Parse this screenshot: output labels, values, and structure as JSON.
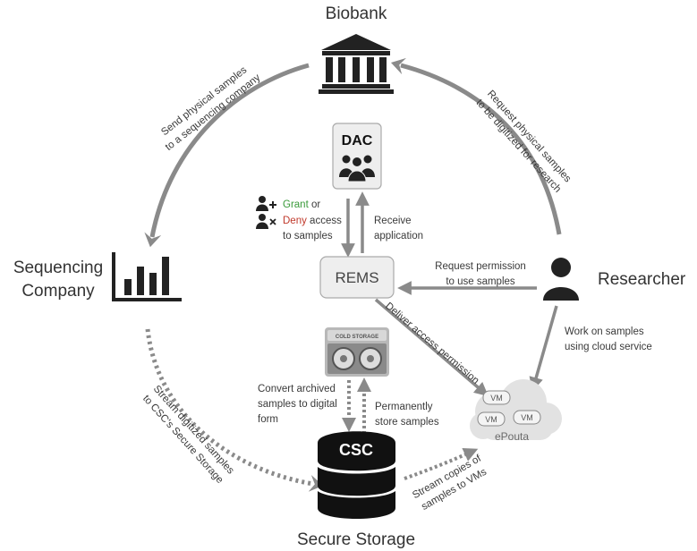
{
  "nodes": {
    "biobank": "Biobank",
    "sequencing_line1": "Sequencing",
    "sequencing_line2": "Company",
    "researcher": "Researcher",
    "secure_storage": "Secure Storage",
    "dac": "DAC",
    "rems": "REMS",
    "csc": "CSC",
    "cold_storage": "COLD STORAGE",
    "epouta": "ePouta",
    "vm": "VM"
  },
  "edges": {
    "send_line1": "Send physical samples",
    "send_line2": "to a sequencing company",
    "request_digitize_line1": "Request physical samples",
    "request_digitize_line2": "to be digitized for research",
    "grant": "Grant",
    "or": " or",
    "deny": "Deny",
    "access": " access",
    "to_samples": "to samples",
    "receive_line1": "Receive",
    "receive_line2": "application",
    "request_permission_line1": "Request permission",
    "request_permission_line2": "to use samples",
    "deliver": "Deliver access permission",
    "work_line1": "Work on samples",
    "work_line2": "using cloud service",
    "convert_line1": "Convert archived",
    "convert_line2": "samples to digital",
    "convert_line3": "form",
    "permanently_line1": "Permanently",
    "permanently_line2": "store samples",
    "stream_digitized_line1": "Stream digitized samples",
    "stream_digitized_line2": "to CSC's Secure Storage",
    "stream_copies_line1": "Stream copies of",
    "stream_copies_line2": "samples to VMs"
  },
  "colors": {
    "arrow": "#8a8a8a",
    "icon": "#222222",
    "grant": "#3a9a3a",
    "deny": "#c0392b",
    "box_fill": "#eeeeee",
    "box_stroke": "#aaaaaa",
    "cloud": "#e2e2e2"
  },
  "icons": [
    "bank-icon",
    "bar-chart-icon",
    "person-icon",
    "group-icon",
    "database-icon",
    "tape-icon",
    "cloud-icon",
    "user-plus-icon",
    "user-x-icon"
  ]
}
